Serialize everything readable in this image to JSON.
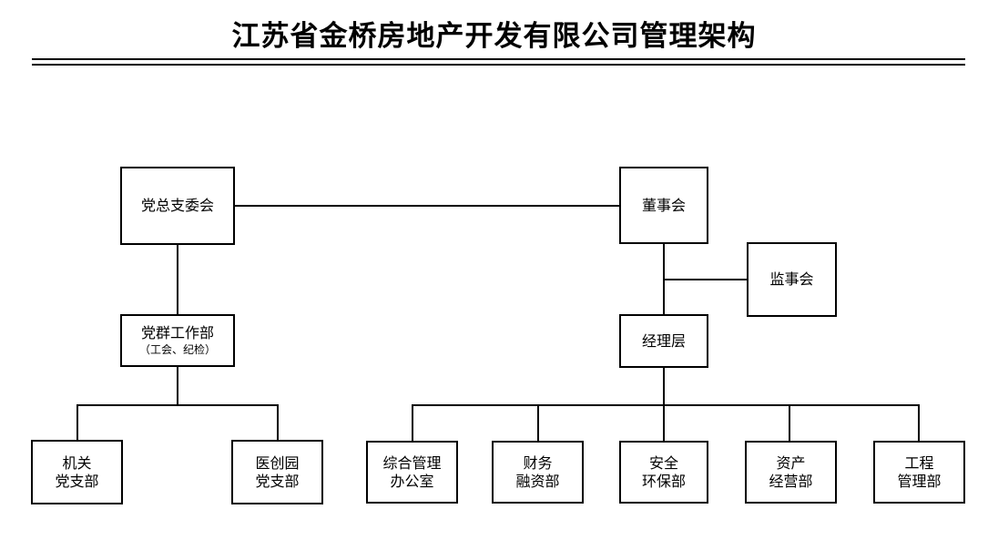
{
  "document": {
    "title": "江苏省金桥房地产开发有限公司管理架构",
    "rule_color": "#000000",
    "background_color": "#ffffff",
    "border_color": "#000000",
    "text_color": "#000000"
  },
  "nodes": {
    "party_committee": {
      "line1": "党总支委会"
    },
    "board_of_directors": {
      "line1": "董事会"
    },
    "supervisory_board": {
      "line1": "监事会"
    },
    "party_work_dept": {
      "line1": "党群工作部",
      "sub": "（工会、纪检）"
    },
    "management_layer": {
      "line1": "经理层"
    },
    "organ_branch": {
      "line1": "机关",
      "line2": "党支部"
    },
    "medical_park_branch": {
      "line1": "医创园",
      "line2": "党支部"
    },
    "general_admin_office": {
      "line1": "综合管理",
      "line2": "办公室"
    },
    "finance_dept": {
      "line1": "财务",
      "line2": "融资部"
    },
    "safety_env_dept": {
      "line1": "安全",
      "line2": "环保部"
    },
    "asset_operations_dept": {
      "line1": "资产",
      "line2": "经营部"
    },
    "engineering_dept": {
      "line1": "工程",
      "line2": "管理部"
    }
  }
}
